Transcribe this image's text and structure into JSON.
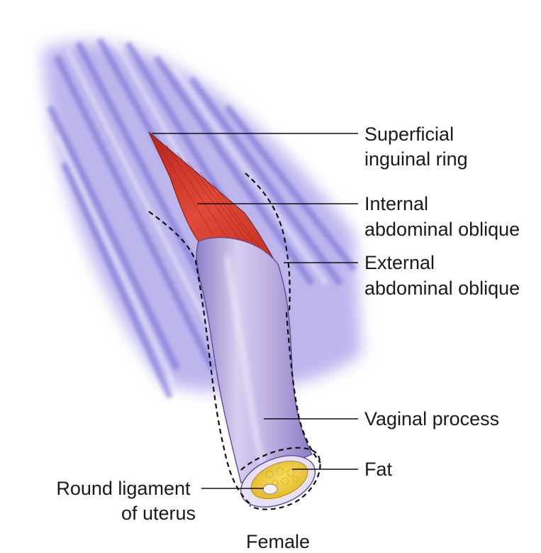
{
  "labels": {
    "superficial_ring": [
      "Superficial",
      "inguinal ring"
    ],
    "internal_oblique": [
      "Internal",
      "abdominal oblique"
    ],
    "external_oblique": [
      "External",
      "abdominal oblique"
    ],
    "vaginal_process": "Vaginal process",
    "fat": "Fat",
    "round_ligament": [
      "Round ligament",
      "of uterus"
    ],
    "caption": "Female"
  },
  "colors": {
    "muscle_fibers": "#7b73d6",
    "internal_oblique": "#d23a2c",
    "vaginal_process": "#c8b8e8",
    "fat": "#f1d34a",
    "outline": "#111111"
  }
}
